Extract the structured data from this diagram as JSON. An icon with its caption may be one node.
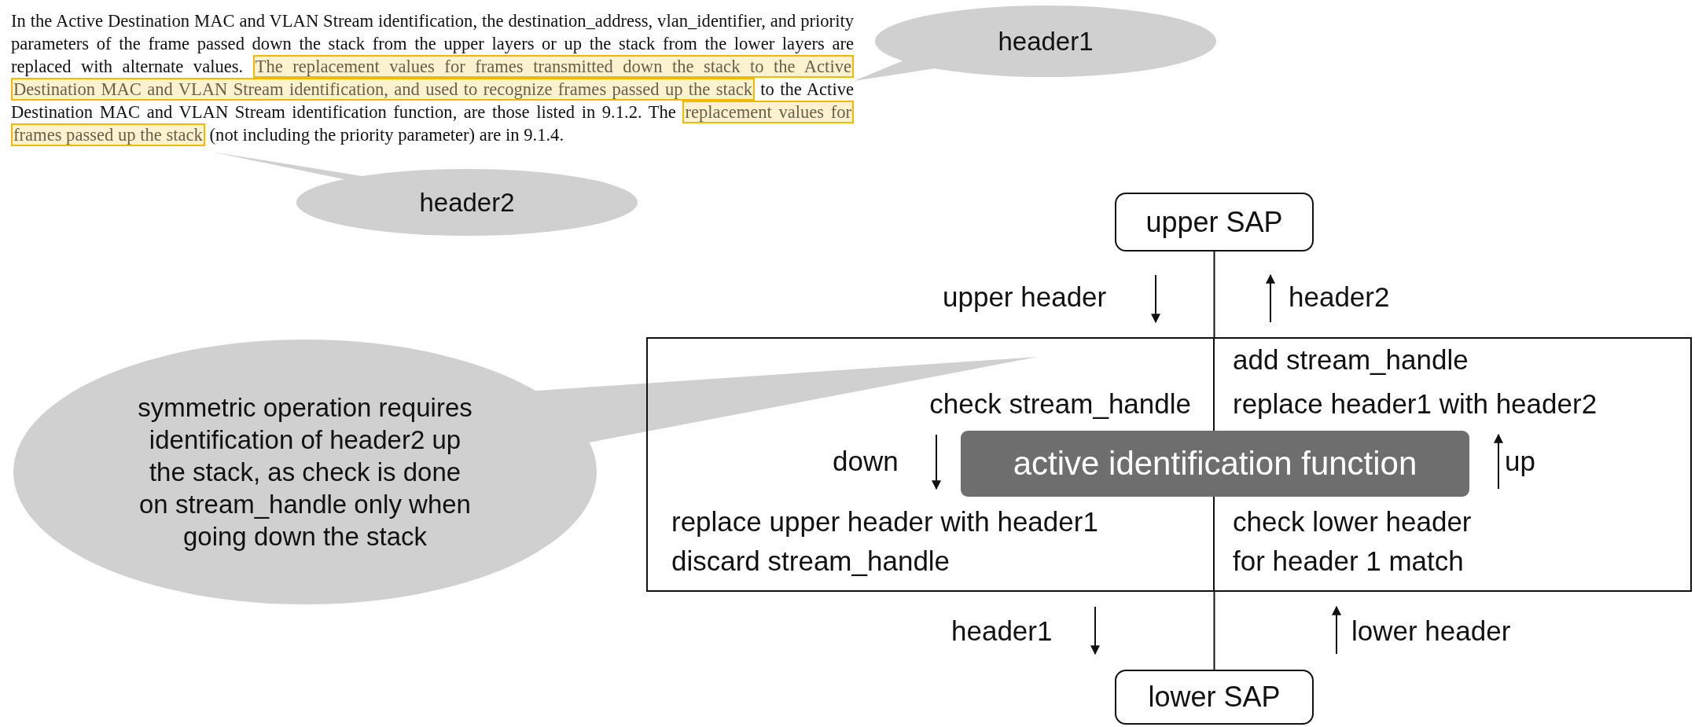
{
  "diagram": {
    "nodes": [
      {
        "text": [
          "In the Active Destination MAC and VLAN Stream identification, the destination_address, vlan_identifier, and priority parameters of the frame passed down the stack from the upper layers or up the stack from the lower layers are replaced with alternate values.",
          "The replacement values for frames transmitted down the stack to the Active Destination MAC and VLAN Stream identification, and used to recognize frames passed up the stack",
          "to the Active Destination MAC and VLAN Stream identification function, are those listed in 9.1.2. The",
          "replacement values for frames passed up the stack",
          "(not including the priority parameter) are in 9.1.4."
        ]
      },
      {
        "text": [
          "header1"
        ]
      },
      {
        "text": [
          "header2"
        ]
      },
      {
        "text": [
          "symmetric operation requires identification of header2 up the stack, as check is done on stream_handle only when going down the stack"
        ]
      },
      {
        "text": [
          "upper SAP"
        ]
      },
      {
        "text": [
          "add stream_handle",
          "check stream_handle",
          "replace header1 with header2",
          "replace upper header with header1",
          "check lower header",
          "discard stream_handle",
          "for header 1 match"
        ]
      },
      {
        "text": [
          "active identification function"
        ],
        "in": 5
      },
      {
        "text": [
          "lower SAP"
        ]
      }
    ],
    "edges": [
      {
        "from": 1,
        "to": 0,
        "arrow": "none"
      },
      {
        "from": 2,
        "to": 0,
        "arrow": "none"
      },
      {
        "from": 3,
        "to": 5,
        "arrow": "none"
      },
      {
        "from": 4,
        "to": 5,
        "arrow": "none"
      },
      {
        "from": 5,
        "to": 7,
        "arrow": "none"
      }
    ],
    "labels": [
      "upper header",
      "header2",
      "down",
      "up",
      "header1",
      "lower header"
    ]
  }
}
